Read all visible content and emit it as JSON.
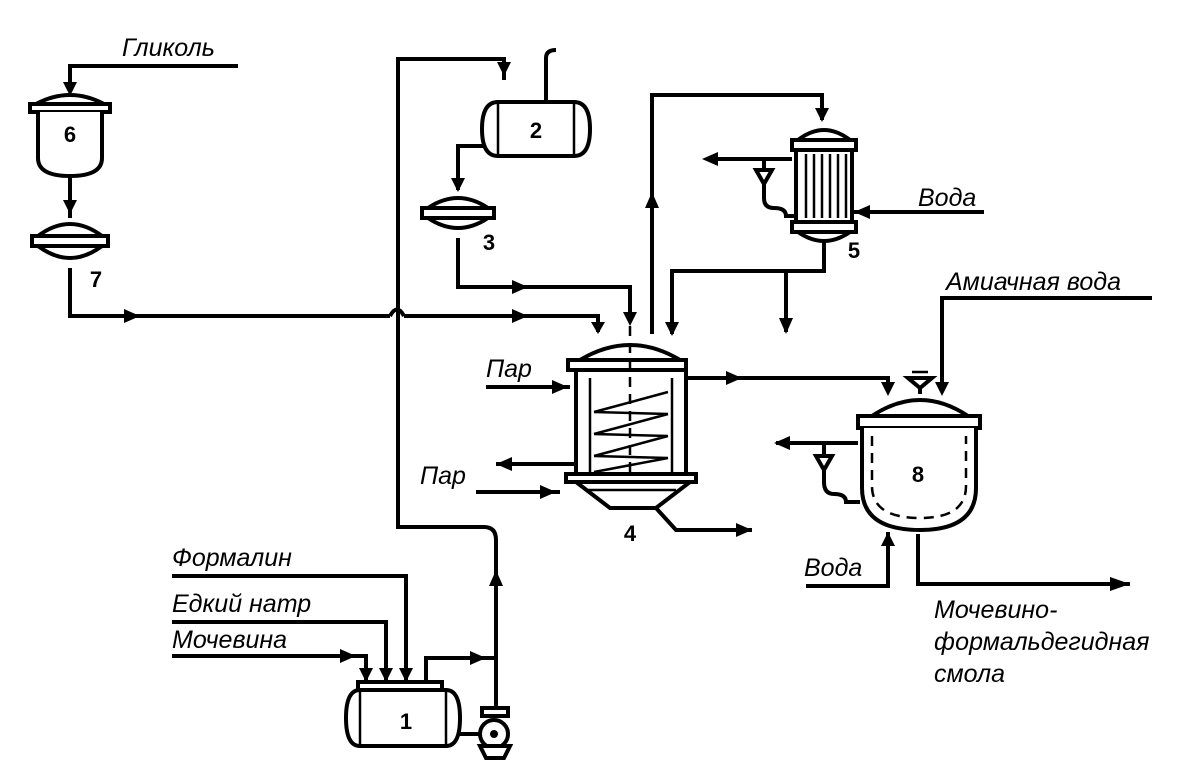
{
  "labels": {
    "glycol": "Гликоль",
    "formalin": "Формалин",
    "caustic_soda": "Едкий натр",
    "urea": "Мочевина",
    "steam_top": "Пар",
    "steam_bottom": "Пар",
    "water_condenser": "Вода",
    "ammonia_water": "Амиачная вода",
    "water_vessel8": "Вода",
    "product_line1": "Мочевино-",
    "product_line2": "формальдегидная",
    "product_line3": "смола"
  },
  "units": {
    "u1": "1",
    "u2": "2",
    "u3": "3",
    "u4": "4",
    "u5": "5",
    "u6": "6",
    "u7": "7",
    "u8": "8"
  }
}
